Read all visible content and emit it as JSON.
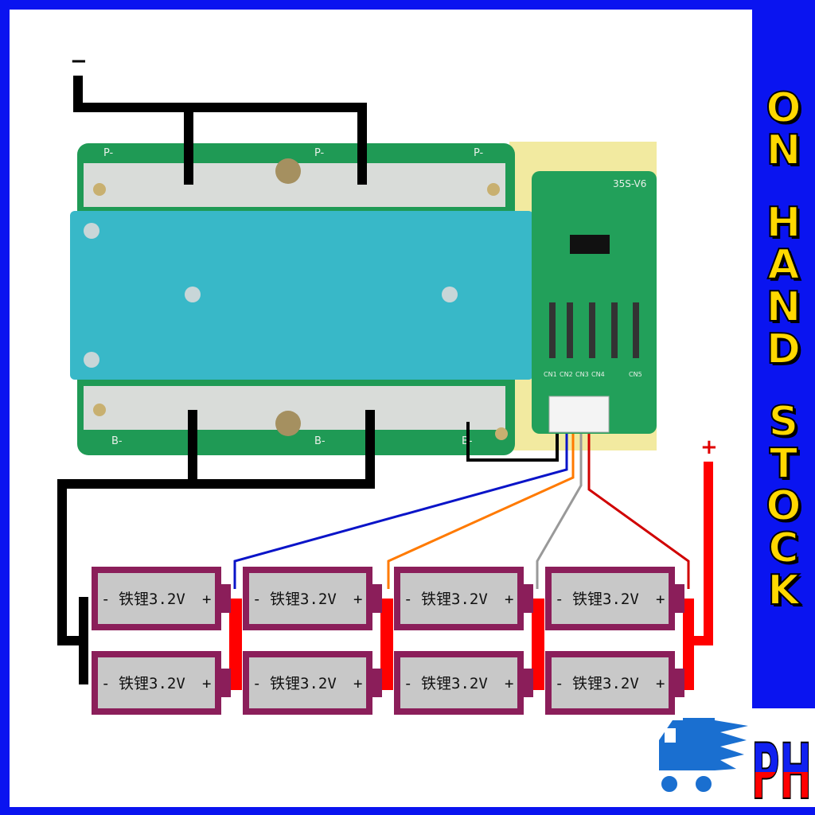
{
  "banner": {
    "letters_1": [
      "O",
      "N"
    ],
    "letters_2": [
      "H",
      "A",
      "N",
      "D"
    ],
    "letters_3": [
      "S",
      "T",
      "O",
      "C",
      "K"
    ]
  },
  "wiring": {
    "negative_label": "−",
    "positive_label": "+"
  },
  "board": {
    "model": "35S-V6",
    "p_minus_left": "P-",
    "p_minus_mid": "P-",
    "p_minus_right": "P-",
    "b_minus_left": "B-",
    "b_minus_mid": "B-",
    "b_minus_right": "B-",
    "cn_labels": [
      "CN1",
      "CN2",
      "CN3",
      "CN4",
      "CN5"
    ]
  },
  "battery": {
    "label": "铁锂3.2V",
    "minus": "-",
    "plus": "+"
  },
  "logo": {
    "text": "PH",
    "colors": {
      "top": "#1020f0",
      "bottom": "#ff0000",
      "truck": "#1a6fd0"
    }
  },
  "colors": {
    "frame": "#0a14f0",
    "pcb": "#1f9a55",
    "heatsink": "#38b8c8",
    "cell": "#8b1e5a",
    "cell_inner": "#c8c8c8"
  }
}
